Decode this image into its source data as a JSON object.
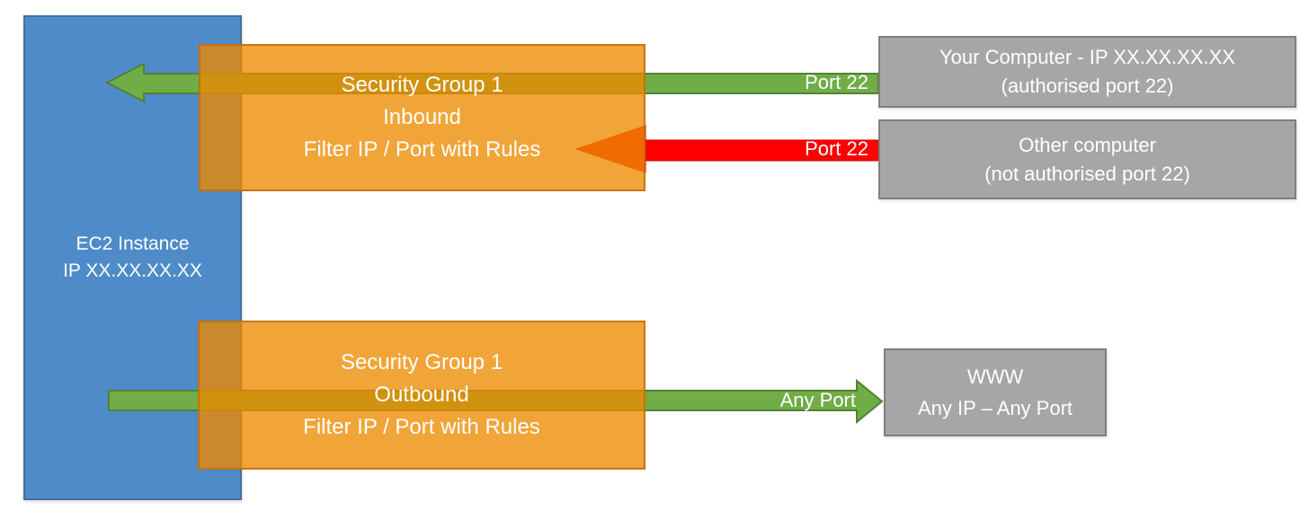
{
  "ec2": {
    "line1": "EC2 Instance",
    "line2": "IP XX.XX.XX.XX"
  },
  "sg_inbound": {
    "line1": "Security Group 1",
    "line2": "Inbound",
    "line3": "Filter IP / Port with Rules"
  },
  "sg_outbound": {
    "line1": "Security Group 1",
    "line2": "Outbound",
    "line3": "Filter IP / Port with Rules"
  },
  "your_computer": {
    "line1": "Your Computer - IP XX.XX.XX.XX",
    "line2": "(authorised port 22)"
  },
  "other_computer": {
    "line1": "Other computer",
    "line2": "(not authorised port 22)"
  },
  "www": {
    "line1": "WWW",
    "line2": "Any IP – Any Port"
  },
  "arrows": {
    "inbound_allowed_label": "Port 22",
    "inbound_blocked_label": "Port 22",
    "outbound_label": "Any Port"
  },
  "colors": {
    "ec2-fill": "#4E8BC8",
    "ec2-border": "#41719C",
    "sg-fill": "rgba(237,139,0,0.78)",
    "sg-border": "rgba(191,105,10,0.80)",
    "gray-fill": "#A6A6A6",
    "gray-border": "#7F7F7F",
    "green-fill": "#70AD47",
    "green-stroke": "#538135",
    "red-fill": "#FF0000",
    "red-stroke": "#D40000",
    "text": "#FFFFFF"
  }
}
